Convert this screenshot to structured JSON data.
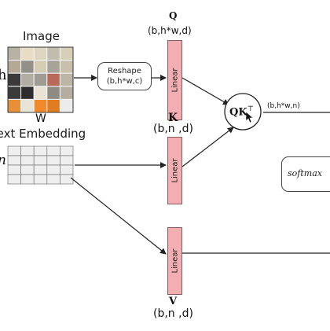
{
  "image_block": {
    "title": "Image",
    "h_label": "h",
    "w_label": "W",
    "cell_colors": [
      "#b8b2a4",
      "#e8dcc2",
      "#ddd5c0",
      "#c2bcae",
      "#d8cfb8",
      "#b3a996",
      "#93908a",
      "#d4ccb4",
      "#a8a398",
      "#c8c0ac",
      "#3a3a3a",
      "#b2aea4",
      "#9f9c96",
      "#b86a5a",
      "#bdb6a6",
      "#3b3b3b",
      "#2d2d2d",
      "#e9e3d6",
      "#8e8a84",
      "#b4aea0",
      "#e88f3a",
      "#e9e4d8",
      "#f08a2a",
      "#e07d22",
      "#ececec"
    ]
  },
  "text_block": {
    "title": "Text Embedding",
    "n_label": "n"
  },
  "reshape_box": {
    "line1": "Reshape",
    "line2": "(b,h*w,c)"
  },
  "linear_label": "Linear",
  "q_label": {
    "letter": "Q",
    "shape": "(b,h*w,d)"
  },
  "k_label": {
    "letter": "K",
    "shape": "(b,n ,d)"
  },
  "v_label": {
    "letter": "V",
    "shape": "(b,n ,d)"
  },
  "qk_node": {
    "label": "QK",
    "superscript": "⊤"
  },
  "qk_output_shape": "(b,h*w,n)",
  "softmax_box": {
    "label": "softmax"
  },
  "colors": {
    "linear_fill": "#f2aeb1",
    "stroke": "#222222"
  }
}
